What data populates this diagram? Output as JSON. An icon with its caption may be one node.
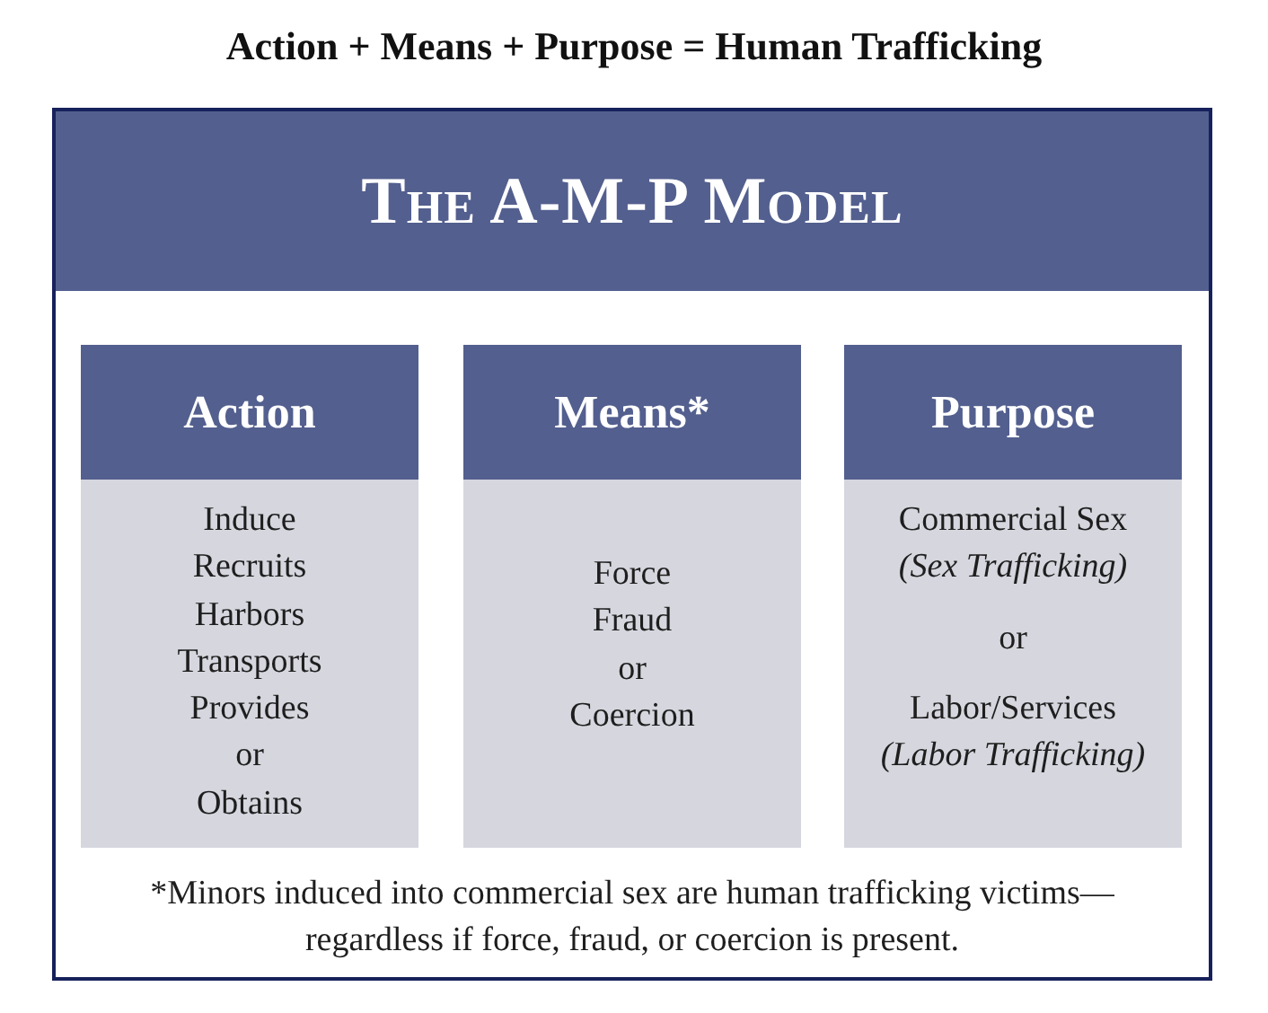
{
  "diagram": {
    "title": "Action + Means + Purpose = Human Trafficking",
    "nodes": [
      {
        "text": [
          "The A-M-P Model",
          "*Minors induced into commercial sex are human trafficking victims—regardless if force, fraud, or coercion is present."
        ]
      },
      {
        "text": [
          "Action",
          "Induce",
          "Recruits",
          "Harbors",
          "Transports",
          "Provides",
          "or",
          "Obtains"
        ],
        "in": 0
      },
      {
        "text": [
          "Means*",
          "Force",
          "Fraud",
          "or",
          "Coercion"
        ],
        "in": 0
      },
      {
        "text": [
          "Purpose",
          "Commercial Sex *(Sex Trafficking)*",
          "or",
          "Labor/Services *(Labor Trafficking)*"
        ],
        "in": 0
      }
    ]
  }
}
